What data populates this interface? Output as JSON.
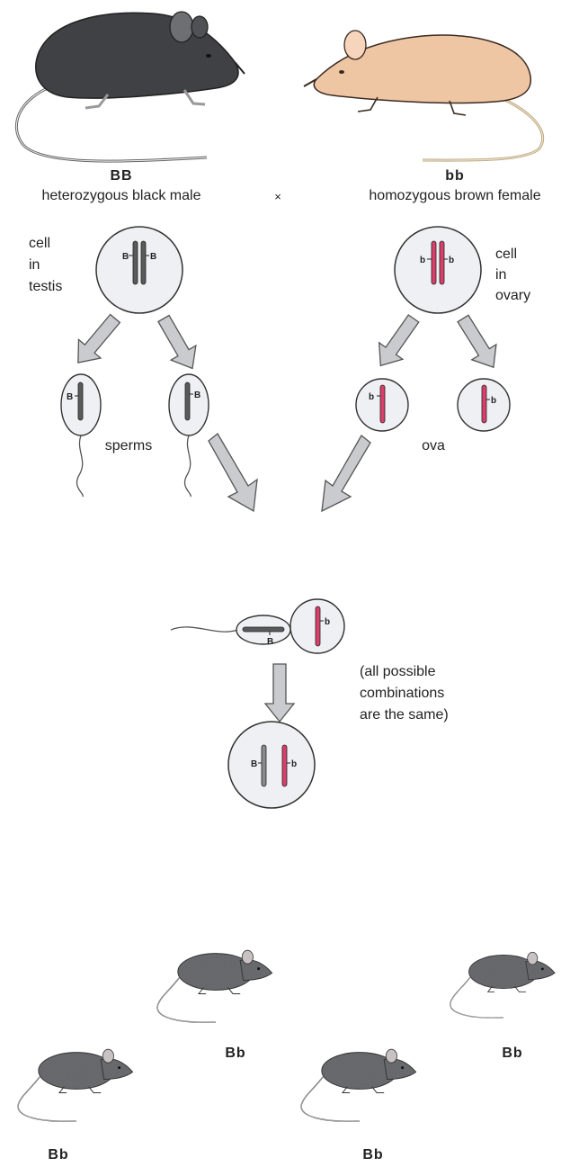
{
  "parents": {
    "male": {
      "genotype": "BB",
      "label": "heterozygous black male"
    },
    "cross_symbol": "×",
    "female": {
      "genotype": "bb",
      "label": "homozygous brown female"
    }
  },
  "cells": {
    "testis_label": [
      "cell",
      "in",
      "testis"
    ],
    "ovary_label": [
      "cell",
      "in",
      "ovary"
    ]
  },
  "alleles": {
    "dominant": "B",
    "recessive": "b"
  },
  "gametes": {
    "sperms_label": "sperms",
    "ova_label": "ova"
  },
  "fertilization": {
    "note": [
      "(all possible",
      "combinations",
      "are the same)"
    ]
  },
  "offspring": [
    {
      "genotype": "Bb"
    },
    {
      "genotype": "Bb"
    },
    {
      "genotype": "Bb"
    },
    {
      "genotype": "Bb"
    }
  ],
  "colors": {
    "black_mouse": "#3f4144",
    "brown_mouse": "#efc6a4",
    "offspring_mouse": "#6d6f72",
    "cell_fill": "#eef0f3",
    "male_chromosome": "#5a5a5a",
    "female_chromosome": "#d8406a",
    "arrow_fill": "#c9cbce"
  }
}
